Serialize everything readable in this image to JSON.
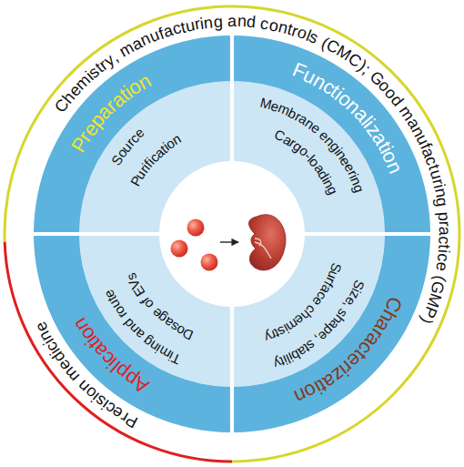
{
  "diagram": {
    "nodes": [
      {
        "text": [
          "Preparation",
          "Source",
          "Purification"
        ]
      },
      {
        "text": [
          "Functionalization",
          "Membrane engineering",
          "Cargo-loading"
        ]
      },
      {
        "text": [
          "Characterization",
          "Size, shape, stability",
          "Surface chemistry"
        ]
      },
      {
        "text": [
          "Application",
          "Dosage of EVs",
          "Timing and route"
        ]
      }
    ],
    "labels": [
      "Chemistry, manufacturing and controls (CMC); Good manufacturing practice (GMP)",
      "Precision medicine"
    ]
  }
}
